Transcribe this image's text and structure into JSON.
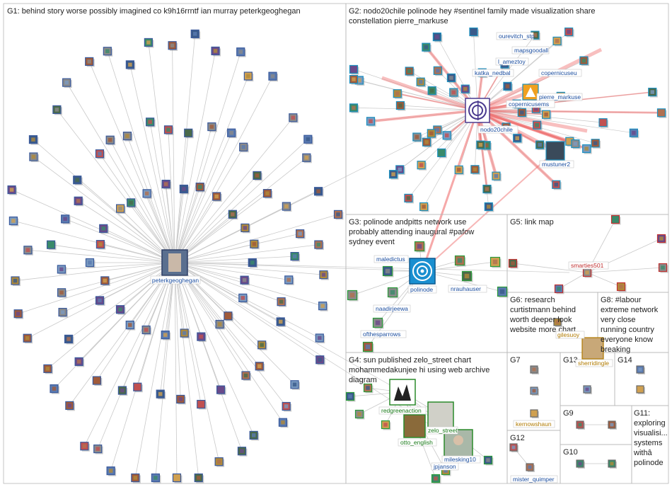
{
  "colors": {
    "edge_gray": "#c9c9c9",
    "edge_red": "#f07070",
    "panel_border": "#b8b8b8",
    "g1_node": "#3a5a9c",
    "g2_node": "#1c8fbf",
    "g3_node": "#2a9a3a",
    "g4_node": "#2a9a3a"
  },
  "groups": [
    {
      "id": "G1",
      "title": "G1: behind story worse possibly imagined co k9h16rrntf ian murray peterkgeoghegan",
      "hub": "peterkgeoghegan"
    },
    {
      "id": "G2",
      "title_lines": [
        "G2: nodo20chile polinode hey #sentinel family made visualization share",
        "constellation pierre_markuse"
      ],
      "hub": "nodo20chile"
    },
    {
      "id": "G3",
      "title_lines": [
        "G3: polinode andpitts network use",
        "probably attending inaugural #pafow",
        "sydney event"
      ],
      "hub": "polinode"
    },
    {
      "id": "G4",
      "title_lines": [
        "G4: sun published zelo_street chart",
        "mohammedakunjee hi using web archive",
        "diagram"
      ]
    },
    {
      "id": "G5",
      "title": "G5: link map"
    },
    {
      "id": "G6",
      "title_lines": [
        "G6: research",
        "curtistmann behind",
        "worth deeper look",
        "website more chart"
      ]
    },
    {
      "id": "G7",
      "title": "G7"
    },
    {
      "id": "G8",
      "title_lines": [
        "G8: #labour",
        "extreme network",
        "very close",
        "running country",
        "everyone know",
        "breaking"
      ]
    },
    {
      "id": "G9",
      "title": "G9"
    },
    {
      "id": "G10",
      "title": "G10"
    },
    {
      "id": "G11",
      "title_lines": [
        "G11:",
        "exploring",
        "visualisi...",
        "systems",
        "withâ",
        "polinode"
      ]
    },
    {
      "id": "G12",
      "title": "G12"
    },
    {
      "id": "G13",
      "title": "G13"
    },
    {
      "id": "G14",
      "title": "G14"
    }
  ],
  "node_labels": {
    "g2": [
      "ourevitch_stp",
      "mapsgoodall",
      "l_ameztoy",
      "katka_nedbal",
      "copernicuseu",
      "pierre_markuse",
      "copernicusems",
      "nodo20chile",
      "mustuner2"
    ],
    "g3": [
      "maledictus",
      "polinode",
      "nrauhauser",
      "naadirjeewa",
      "ofthesparrows"
    ],
    "g4": [
      "redgreenaction",
      "zelo_street",
      "otto_english",
      "milesking10",
      "jpjanson"
    ],
    "g5": [
      "smarties501"
    ],
    "g6": [
      "gilesuoy"
    ],
    "g8": [
      "sherridingle"
    ],
    "g7": [
      "kernowshaun"
    ],
    "g12": [
      "mister_quimper"
    ],
    "g1": [
      "peterkgeoghegan"
    ]
  }
}
